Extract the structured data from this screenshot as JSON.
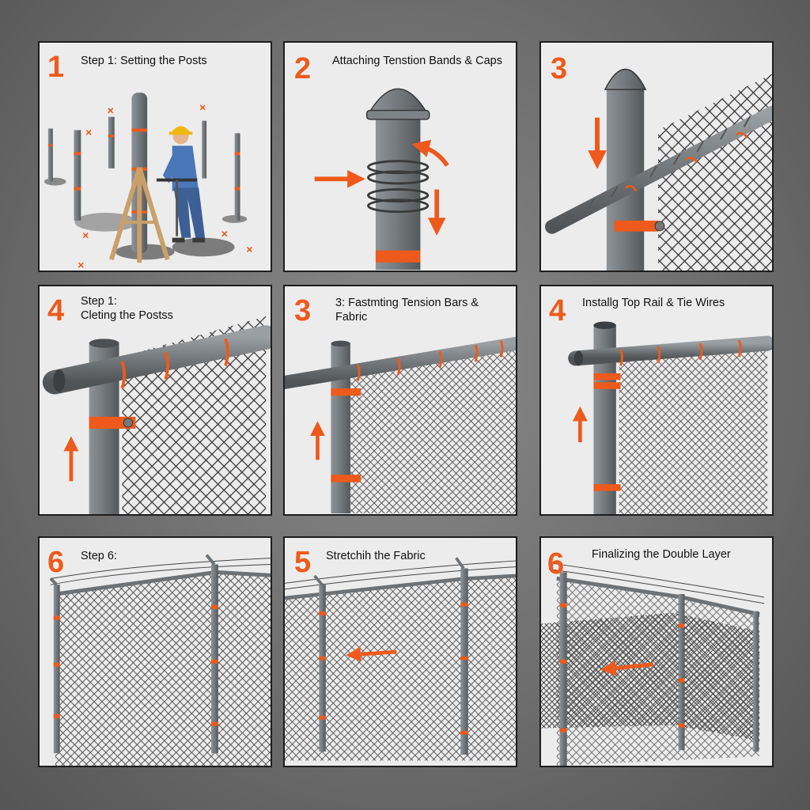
{
  "colors": {
    "accent": "#ee5a1c",
    "post": "#6f7478",
    "panel": "#ececec",
    "background": "#6e6e6e"
  },
  "panels": [
    {
      "number": "1",
      "caption": "Step 1: Setting the Posts"
    },
    {
      "number": "2",
      "caption": "Attaching Tenstion Bands & Caps"
    },
    {
      "number": "3",
      "caption": ""
    },
    {
      "number": "4",
      "caption": "Step 1:\nCleting the Postss"
    },
    {
      "number": "3",
      "caption": "3: Fastmting Tension Bars &\nFabric"
    },
    {
      "number": "4",
      "caption": "Installg Top Rail & Tie Wires"
    },
    {
      "number": "6",
      "caption": "Step 6:"
    },
    {
      "number": "5",
      "caption": "Stretchih the Fabric"
    },
    {
      "number": "6",
      "caption": "Finalizing the Double Layer"
    }
  ]
}
